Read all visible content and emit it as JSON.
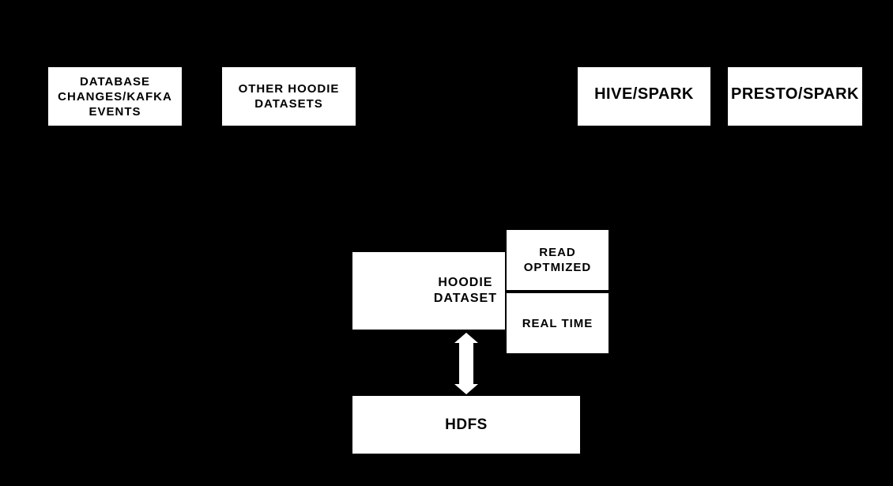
{
  "diagram": {
    "background_color": "#000000",
    "node_fill_color": "#ffffff",
    "node_text_color": "#000000",
    "nodes": {
      "database_changes": {
        "label": "DATABASE\nCHANGES/KAFKA\nEVENTS"
      },
      "other_hoodie_datasets": {
        "label": "OTHER HOODIE\nDATASETS"
      },
      "hive_spark": {
        "label": "HIVE/SPARK"
      },
      "presto_spark": {
        "label": "PRESTO/SPARK"
      },
      "hoodie_dataset": {
        "label": "HOODIE\nDATASET"
      },
      "read_optmized_view": {
        "label": "READ\nOPTMIZED"
      },
      "real_time_view": {
        "label": "REAL TIME"
      },
      "hdfs": {
        "label": "HDFS"
      }
    },
    "connector": {
      "name": "hoodie-dataset-to-hdfs",
      "type": "double-headed-vertical-arrow",
      "color": "#ffffff"
    }
  }
}
